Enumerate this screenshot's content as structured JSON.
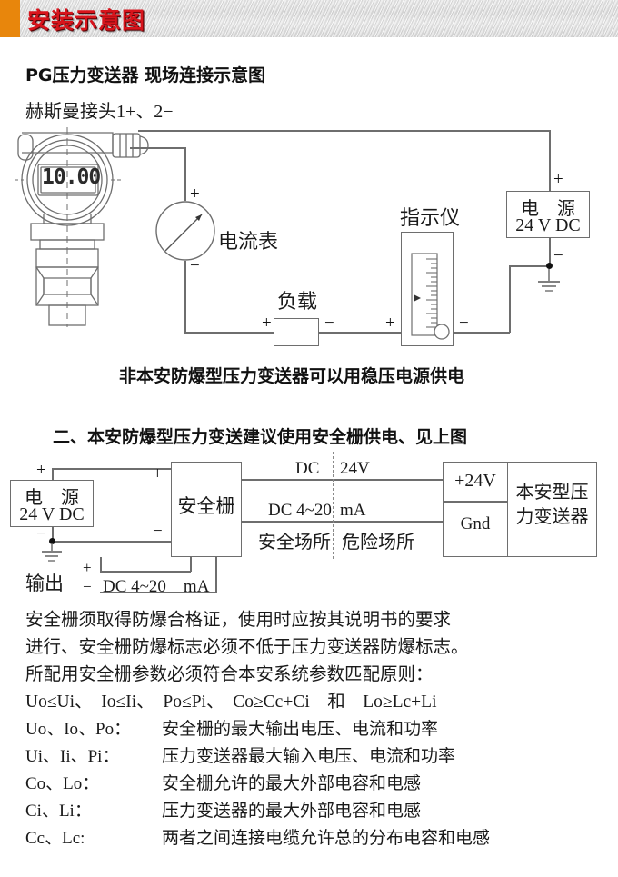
{
  "header": {
    "title": "安装示意图",
    "accent_color": "#e8860c",
    "title_color": "#d8141c"
  },
  "diagram1": {
    "heading": "PG压力变送器 现场连接示意图",
    "connector_label": "赫斯曼接头1+、2−",
    "display_value": "10.00",
    "ammeter_label": "电流表",
    "ammeter_plus": "+",
    "ammeter_minus": "−",
    "load_label": "负载",
    "load_plus": "+",
    "load_minus": "−",
    "indicator_label": "指示仪",
    "indicator_plus": "+",
    "indicator_minus": "−",
    "power_name": "电　源",
    "power_value": "24 V DC",
    "power_plus": "+",
    "power_minus": "−",
    "caption": "非本安防爆型压力变送器可以用稳压电源供电"
  },
  "diagram2": {
    "heading": "二、本安防爆型压力变送建议使用安全栅供电、见上图",
    "power_name": "电　源",
    "power_value": "24 V DC",
    "power_plus": "+",
    "power_minus": "−",
    "barrier_label": "安全栅",
    "barrier_in_plus": "+",
    "barrier_in_minus": "−",
    "output_label": "输出",
    "output_plus": "+",
    "output_minus": "−",
    "output_value": "DC 4~20　mA",
    "line_dc24v_left": "DC",
    "line_dc24v_right": "24V",
    "line_420_left": "DC 4~20",
    "line_420_right": "mA",
    "zone_safe": "安全场所",
    "zone_hazard": "危险场所",
    "terminal_plus24v": "+24V",
    "terminal_gnd": "Gnd",
    "device_label": "本安型压\n力变送器"
  },
  "notes": {
    "lines": [
      "安全栅须取得防爆合格证，使用时应按其说明书的要求",
      "进行、安全栅防爆标志必须不低于压力变送器防爆标志。",
      "所配用安全栅参数必须符合本安系统参数匹配原则："
    ],
    "formula": "Uo≤Ui、　Io≤Ii、　Po≤Pi、　Co≥Cc+Ci　和　Lo≥Lc+Li",
    "definitions": [
      {
        "term": "Uo、Io、Po：",
        "desc": "安全栅的最大输出电压、电流和功率"
      },
      {
        "term": "Ui、Ii、Pi：",
        "desc": "压力变送器最大输入电压、电流和功率"
      },
      {
        "term": "Co、Lo：",
        "desc": "安全栅允许的最大外部电容和电感"
      },
      {
        "term": "Ci、Li：",
        "desc": "压力变送器的最大外部电容和电感"
      },
      {
        "term": "Cc、Lc:",
        "desc": "两者之间连接电缆允许总的分布电容和电感"
      }
    ]
  }
}
